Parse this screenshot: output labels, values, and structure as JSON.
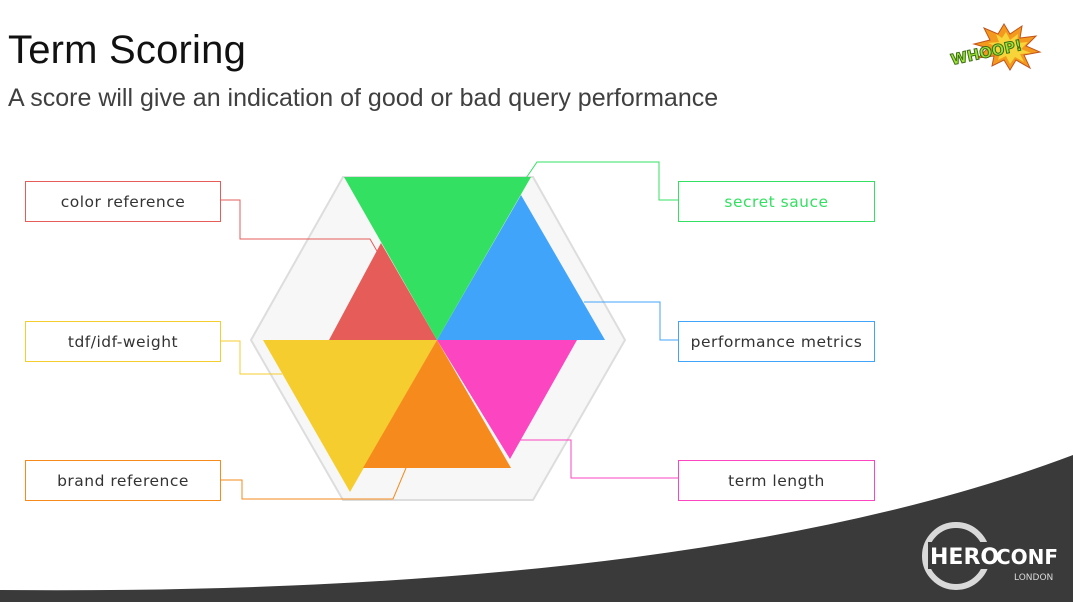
{
  "slide": {
    "title": "Term Scoring",
    "subtitle": "A score will give an indication of good or bad query performance"
  },
  "labels": {
    "color_reference": "color reference",
    "tdf_idf_weight": "tdf/idf-weight",
    "brand_reference": "brand reference",
    "secret_sauce": "secret sauce",
    "performance_metrics": "performance metrics",
    "term_length": "term length"
  },
  "colors": {
    "red": "#e65c58",
    "green": "#34e062",
    "blue": "#41a4fb",
    "yellow": "#f6cd2e",
    "orange": "#f68a1d",
    "magenta": "#fb45c1",
    "hexagon_fill": "#f7f7f7",
    "hexagon_stroke": "#dddddd",
    "footer_dark": "#3a3a3a"
  },
  "logos": {
    "whoop_text": "WHOOP!",
    "hero_text": "HERO",
    "conf_text": "CONF",
    "city_text": "LONDON"
  }
}
